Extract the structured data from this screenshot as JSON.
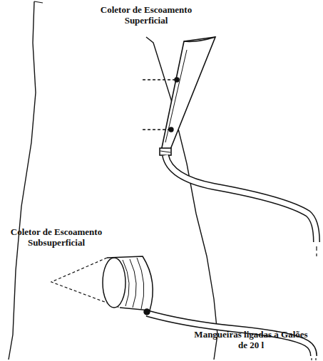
{
  "diagram": {
    "labels": [
      "Coletor de Escoamento Superficial",
      "Coletor de Escoamento Subsuperficial",
      "Mangueiras ligadas à Galões de 20 l"
    ]
  }
}
